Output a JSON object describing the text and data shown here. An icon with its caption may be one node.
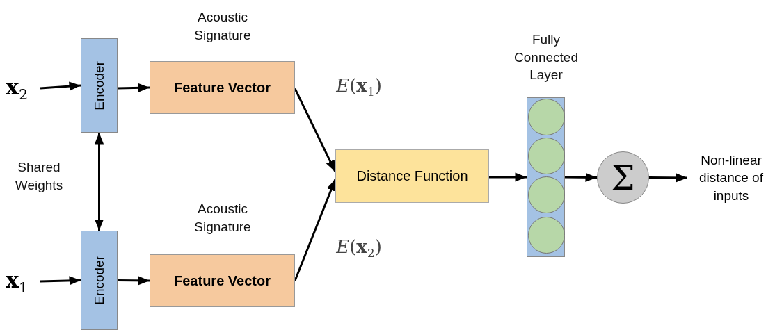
{
  "diagram": {
    "nodes": [
      {
        "text": [
          "**x**$_{2}$"
        ]
      },
      {
        "text": [
          "Encoder"
        ]
      },
      {
        "text": [
          "Feature Vector"
        ],
        "beside": [
          "Acoustic Signature"
        ]
      },
      {
        "text": [
          "**x**$_{1}$"
        ]
      },
      {
        "text": [
          "Encoder"
        ]
      },
      {
        "text": [
          "Feature Vector"
        ],
        "beside": [
          "Acoustic Signature"
        ]
      },
      {
        "text": [
          "Distance Function"
        ]
      },
      {
        "text": [],
        "shape": "bar",
        "beside": [
          "Fully Connected Layer"
        ]
      },
      {
        "text": [],
        "shape": "circle",
        "in": 7
      },
      {
        "text": [],
        "shape": "circle",
        "in": 7
      },
      {
        "text": [],
        "shape": "circle",
        "in": 7
      },
      {
        "text": [],
        "shape": "circle",
        "in": 7
      },
      {
        "text": [
          "Σ"
        ]
      },
      {
        "text": [
          "Non-linear distance of inputs"
        ]
      }
    ],
    "edges": [
      {
        "from": 0,
        "to": 1,
        "arrow": "to"
      },
      {
        "from": 1,
        "to": 2,
        "arrow": "to"
      },
      {
        "from": 1,
        "to": 4,
        "arrow": "both"
      },
      {
        "from": 3,
        "to": 4,
        "arrow": "to"
      },
      {
        "from": 4,
        "to": 5,
        "arrow": "to"
      },
      {
        "from": 2,
        "to": 6,
        "arrow": "to"
      },
      {
        "from": 5,
        "to": 6,
        "arrow": "to"
      },
      {
        "from": 6,
        "to": 7,
        "arrow": "to"
      },
      {
        "from": 7,
        "to": 12,
        "arrow": "to"
      },
      {
        "from": 12,
        "to": 13,
        "arrow": "to"
      }
    ],
    "labels": [
      "Shared Weights",
      "*E*(**x**$_{1}$)",
      "*E*(**x**$_{2}$)"
    ]
  }
}
